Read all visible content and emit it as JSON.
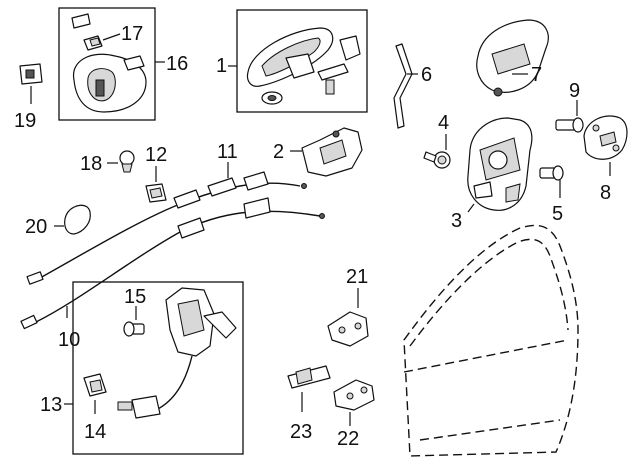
{
  "labels": {
    "l1": "1",
    "l2": "2",
    "l3": "3",
    "l4": "4",
    "l5": "5",
    "l6": "6",
    "l7": "7",
    "l8": "8",
    "l9": "9",
    "l10": "10",
    "l11": "11",
    "l12": "12",
    "l13": "13",
    "l14": "14",
    "l15": "15",
    "l16": "16",
    "l17": "17",
    "l18": "18",
    "l19": "19",
    "l20": "20",
    "l21": "21",
    "l22": "22",
    "l23": "23"
  }
}
